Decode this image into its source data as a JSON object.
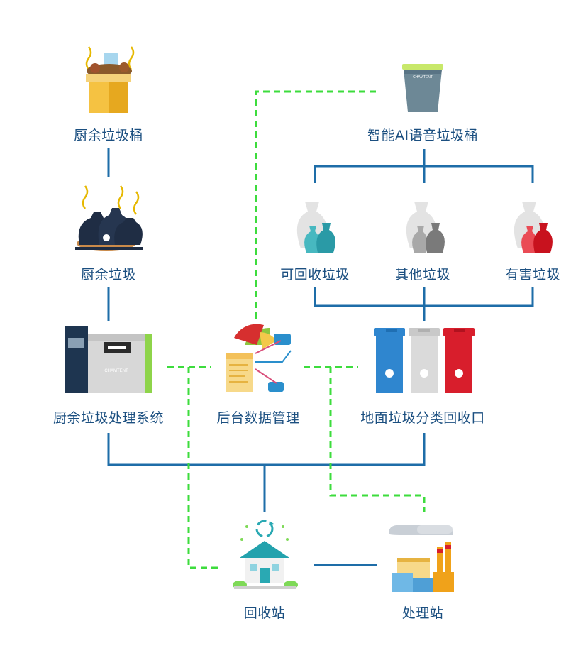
{
  "nodes": {
    "kitchen_bin": "厨余垃圾桶",
    "kitchen_waste": "厨余垃圾",
    "kitchen_system": "厨余垃圾处理系统",
    "ai_bin": "智能AI语音垃圾桶",
    "recyclable": "可回收垃圾",
    "other": "其他垃圾",
    "hazardous": "有害垃圾",
    "backend": "后台数据管理",
    "ground_station": "地面垃圾分类回收口",
    "recycle_station": "回收站",
    "processing_station": "处理站"
  },
  "brand_text": {
    "ai_bin_brand": "CHAMTENT",
    "machine_brand": "CHAMTENT"
  },
  "colors": {
    "label": "#1b4f80",
    "solid_line": "#1e6da8",
    "dashed_line": "#3ddc3d",
    "recyclable": "#2aa9b3",
    "other": "#8c8c8c",
    "hazardous": "#d81e2c",
    "ground_blue": "#2f86cf",
    "ground_grey": "#d7d7d7",
    "ground_red": "#d81e2c"
  }
}
